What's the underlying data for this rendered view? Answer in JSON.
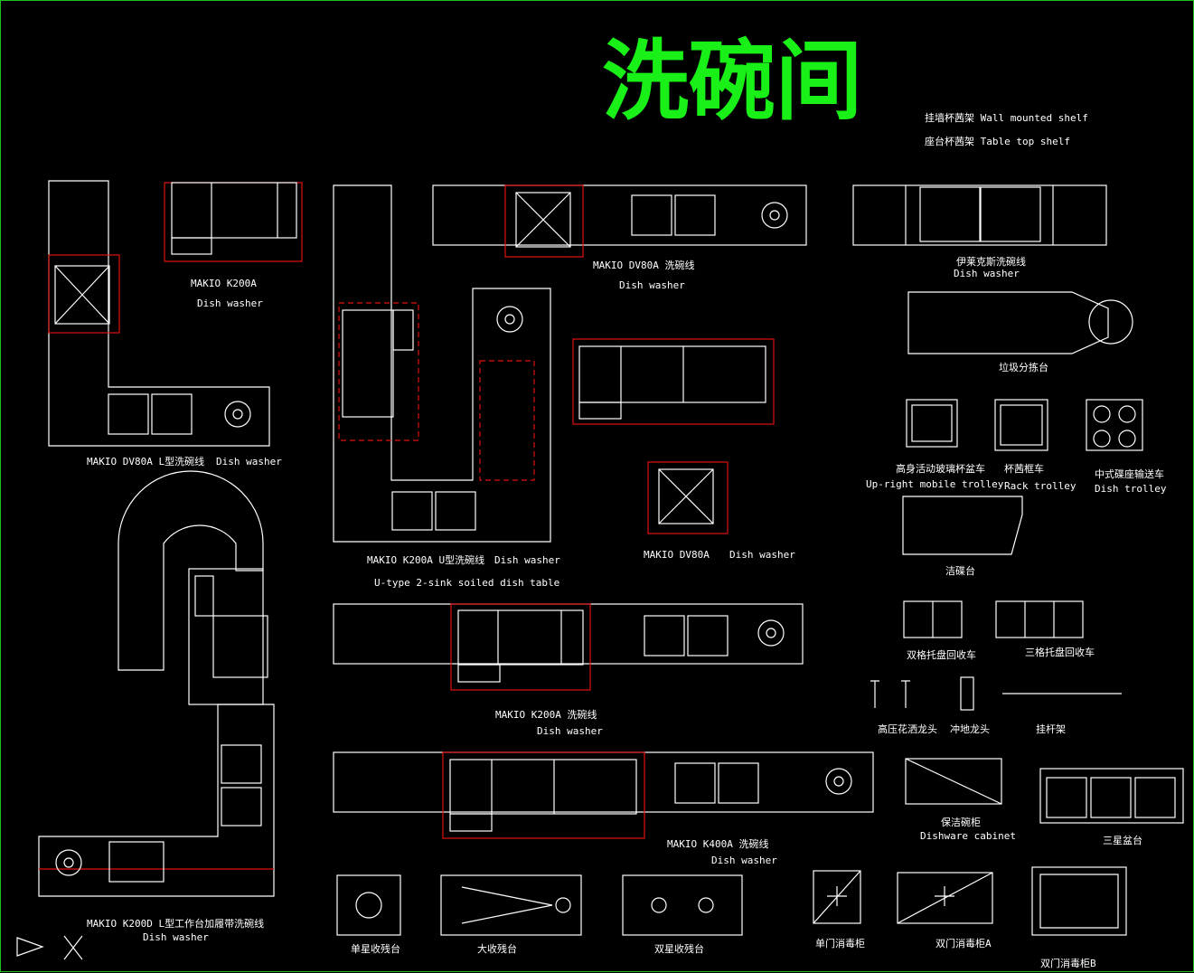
{
  "title": "洗碗间",
  "legend": {
    "wall_shelf": "挂墙杯茜架  Wall mounted shelf",
    "table_shelf": "座台杯茜架  Table top shelf"
  },
  "labels": {
    "k200a_top_1": "MAKIO K200A",
    "k200a_top_2": "Dish washer",
    "dv80a_top_1": "MAKIO DV80A 洗碗线",
    "dv80a_top_2": "Dish washer",
    "ilecos_1": "伊莱克斯洗碗线",
    "ilecos_2": "Dish washer",
    "trash_table": "垃圾分拣台",
    "l_dv80a_1": "MAKIO DV80A L型洗碗线",
    "l_dv80a_2": "Dish washer",
    "u_k200a_1": "MAKIO K200A U型洗碗线",
    "u_k200a_2": "Dish washer",
    "u_k200a_3": "U-type 2-sink soiled dish table",
    "dv80a_mid_1": "MAKIO DV80A",
    "dv80a_mid_2": "Dish washer",
    "upright_1": "高身活动玻璃杯盆车",
    "upright_2": "Up-right mobile trolley",
    "rack_1": "杯茜框车",
    "rack_2": "Rack trolley",
    "dish_trolley_1": "中式碟座输送车",
    "dish_trolley_2": "Dish trolley",
    "clean_table": "洁碟台",
    "two_tray": "双格托盘回收车",
    "three_tray": "三格托盘回收车",
    "k200a_line_1": "MAKIO K200A 洗碗线",
    "k200a_line_2": "Dish washer",
    "spray": "高压花洒龙头",
    "tap": "冲地龙头",
    "hanger": "挂杆架",
    "k400a_1": "MAKIO K400A 洗碗线",
    "k400a_2": "Dish washer",
    "cabinet_1": "保洁碗柜",
    "cabinet_2": "Dishware cabinet",
    "three_sink": "三星盆台",
    "k200d_1": "MAKIO K200D L型工作台加履带洗碗线",
    "k200d_2": "Dish washer",
    "single_sink": "单星收残台",
    "big_sink": "大收残台",
    "double_sink": "双星收残台",
    "single_disinfect": "单门消毒柜",
    "double_disinfect_a": "双门消毒柜A",
    "double_disinfect_b": "双门消毒柜B"
  },
  "colors": {
    "title": "#18f018",
    "lines": "#ffffff",
    "machine": "#e01010",
    "frame": "#1fbf1f"
  }
}
